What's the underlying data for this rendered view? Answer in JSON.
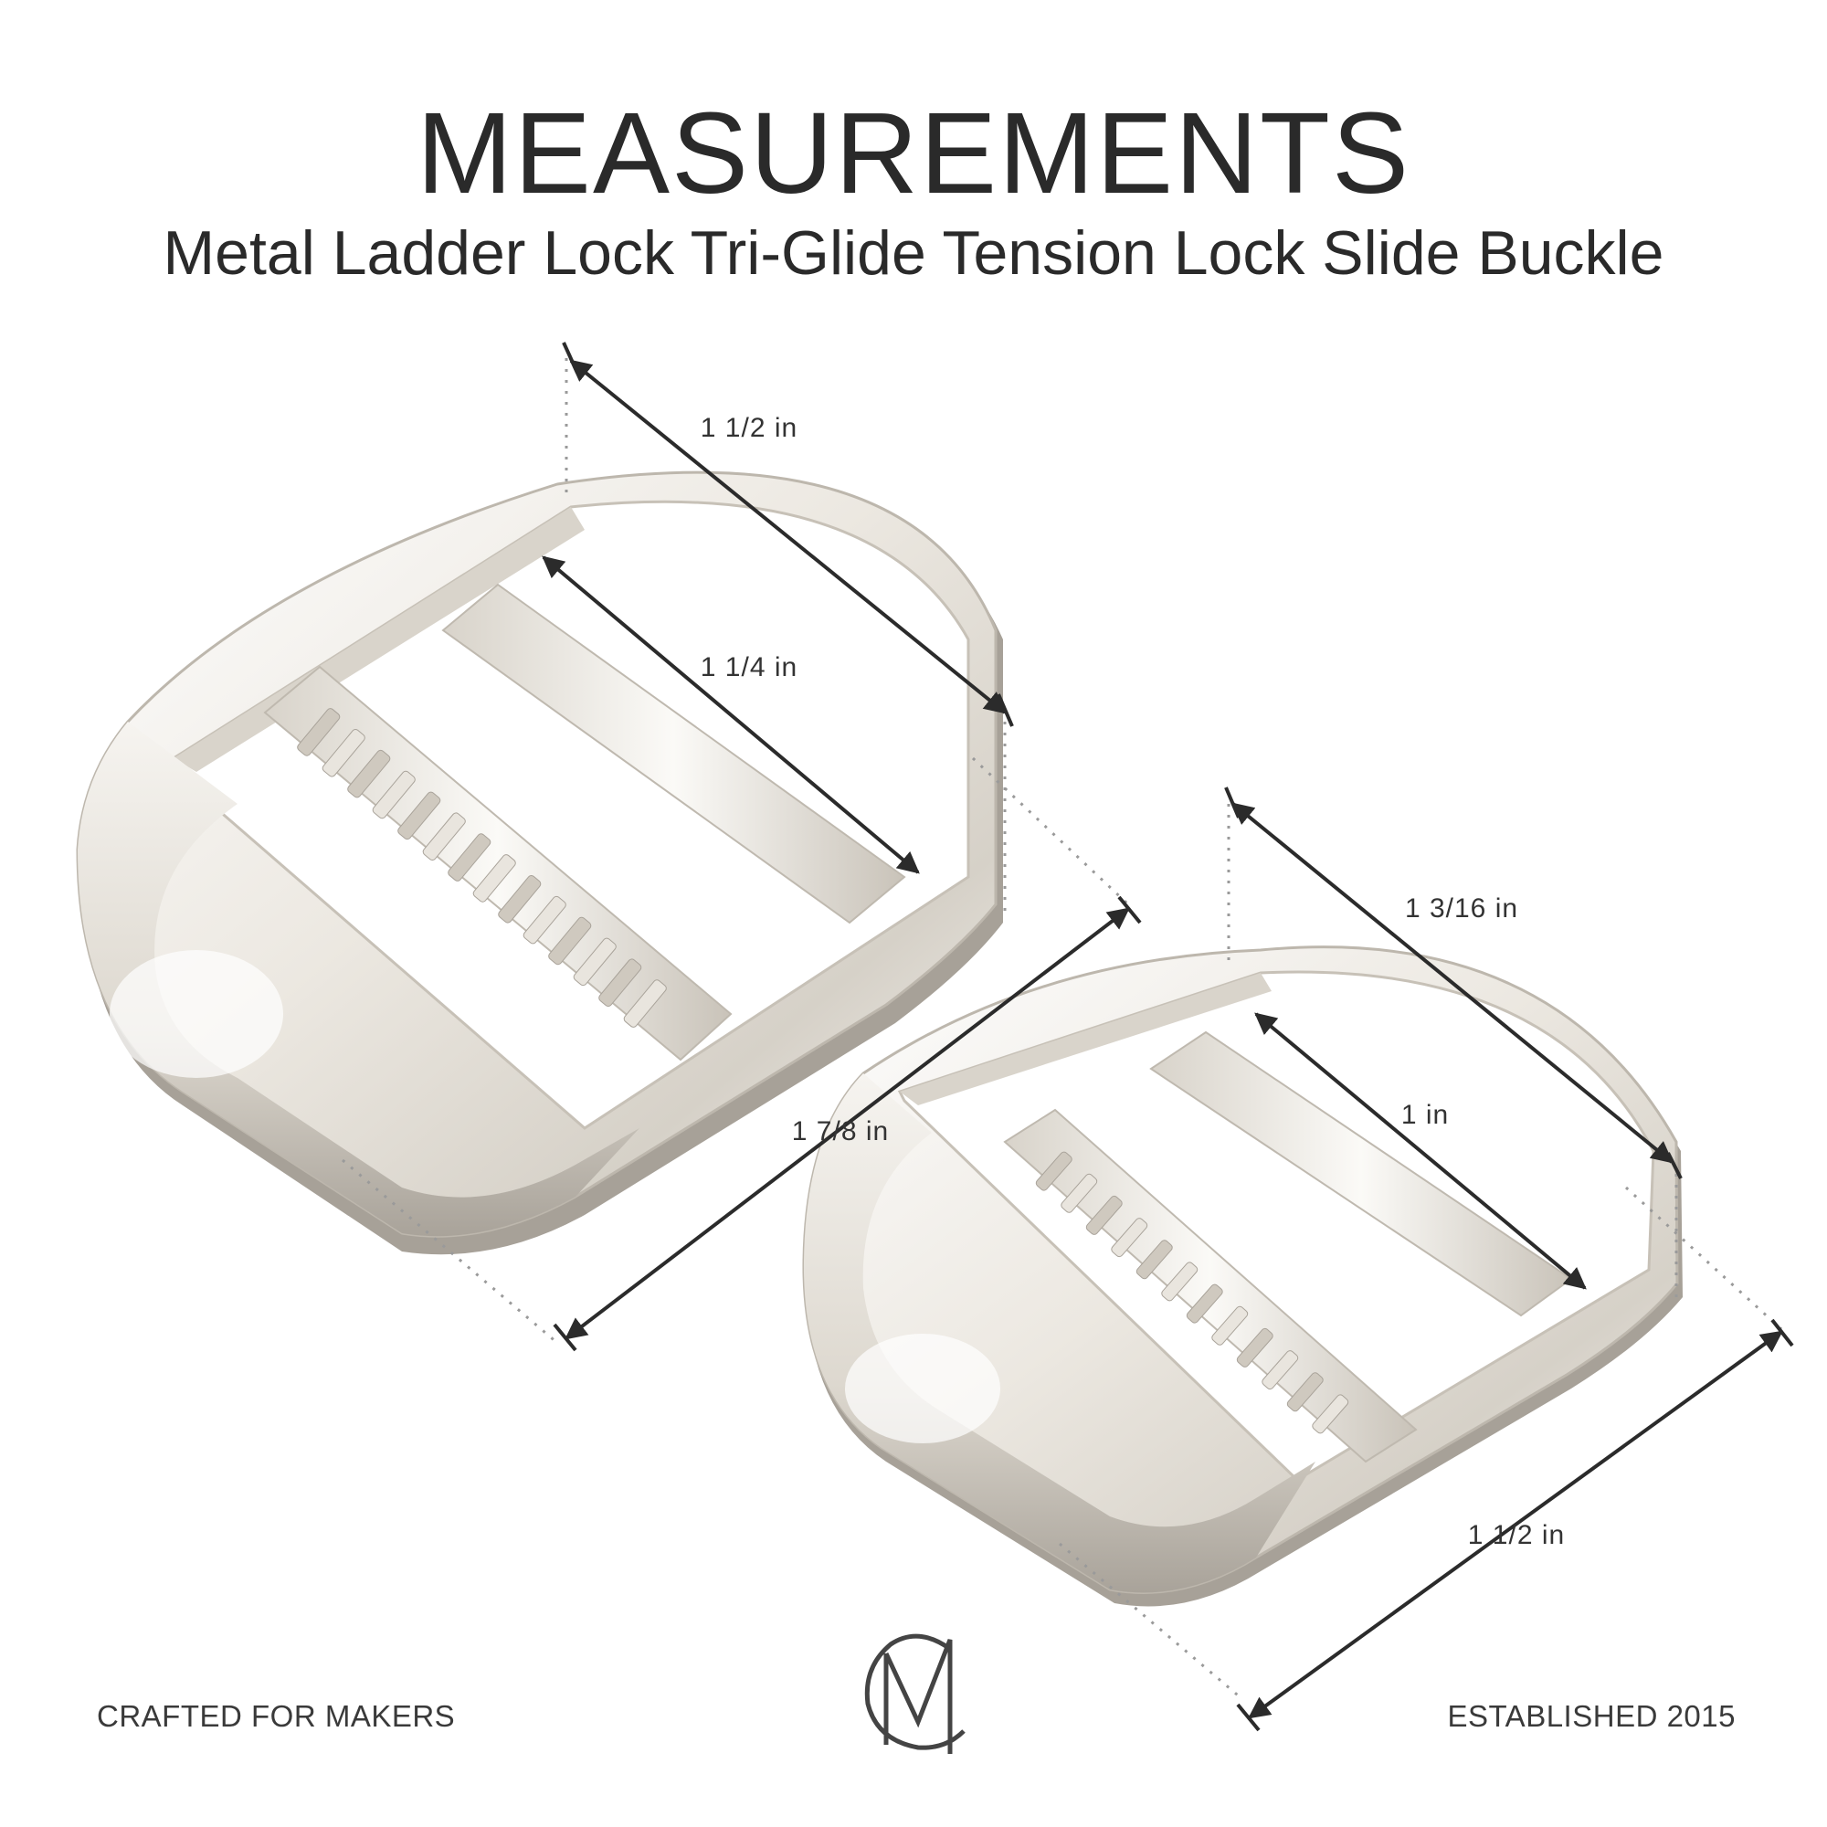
{
  "header": {
    "title": "MEASUREMENTS",
    "subtitle": "Metal Ladder Lock Tri-Glide Tension Lock Slide Buckle"
  },
  "large_buckle": {
    "outer_width": "1 1/2 in",
    "inner_width": "1 1/4 in",
    "length": "1 7/8 in"
  },
  "small_buckle": {
    "outer_width": "1 3/16 in",
    "inner_width": "1 in",
    "length": "1 1/2 in"
  },
  "footer": {
    "left": "CRAFTED FOR MAKERS",
    "right": "ESTABLISHED 2015"
  },
  "logo": {
    "icon": "monogram-mc-logo-icon"
  },
  "colors": {
    "text": "#2a2a2a",
    "metal_light": "#f4f1ec",
    "metal_dark": "#b9b4ab",
    "arrow": "#2b2b2b"
  }
}
